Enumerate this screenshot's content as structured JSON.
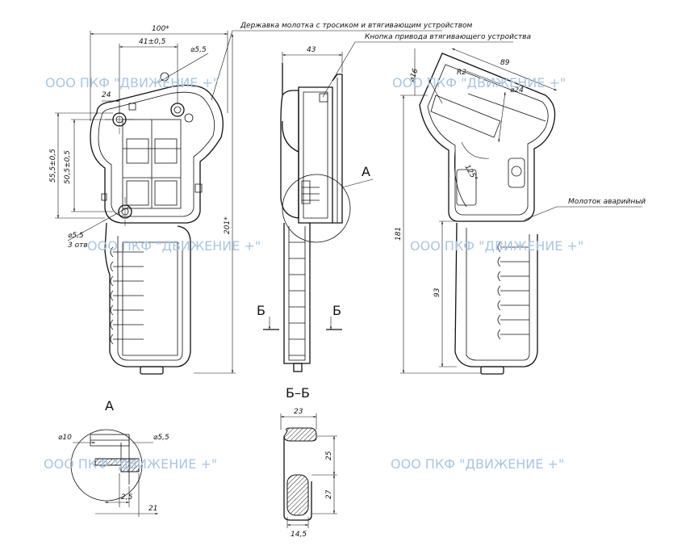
{
  "labels": {
    "holder": "Державка молотка с тросиком и втягивающим устройством",
    "button": "Кнопка привода втягивающего устройства",
    "hammer": "Молоток аварийный",
    "section_a": "А",
    "section_b_left": "Б",
    "section_b_right": "Б",
    "section_b_title": "Б–Б",
    "detail_a_title": "А"
  },
  "watermark": "ООО ПКФ \"ДВИЖЕНИЕ +\"",
  "dimensions": {
    "front_width": "100*",
    "front_41": "41±0,5",
    "front_d55_top": "⌀5,5",
    "front_24": "24",
    "front_555": "55,5±0,5",
    "front_505": "50,5±0,5",
    "front_d55_bottom": "⌀5,5",
    "front_holes": "3 отв.",
    "front_height": "201*",
    "side_43": "43",
    "right_d16": "⌀16",
    "right_r2": "R2",
    "right_89": "89",
    "right_d24": "⌀24",
    "right_angle": "125°",
    "right_181": "181",
    "right_93": "93",
    "detA_d10": "⌀10",
    "detA_d55": "⌀5,5",
    "detA_25": "2,5",
    "detA_21": "21",
    "secB_23": "23",
    "secB_25": "25",
    "secB_27": "27",
    "secB_145": "14,5"
  }
}
